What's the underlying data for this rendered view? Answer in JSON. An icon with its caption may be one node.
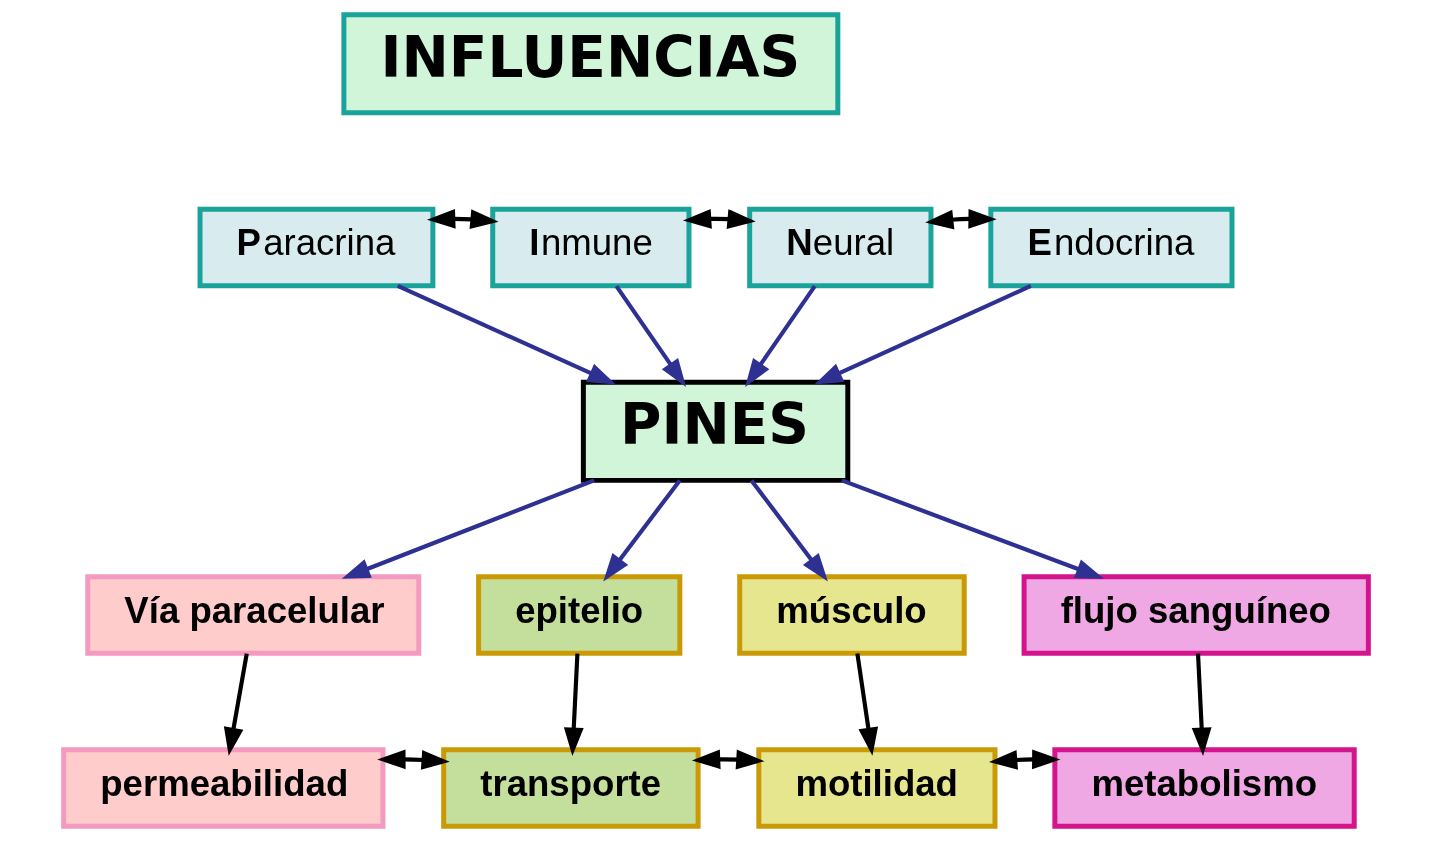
{
  "diagram": {
    "nodes": [
      {
        "text": [
          "INFLUENCIAS"
        ]
      },
      {
        "text": [
          "**P**aracrina"
        ]
      },
      {
        "text": [
          "**I**nmune"
        ]
      },
      {
        "text": [
          "**N**eural"
        ]
      },
      {
        "text": [
          "**E**ndocrina"
        ]
      },
      {
        "text": [
          "PINES"
        ]
      },
      {
        "text": [
          "Vía paracelular"
        ]
      },
      {
        "text": [
          "epitelio"
        ]
      },
      {
        "text": [
          "músculo"
        ]
      },
      {
        "text": [
          "flujo sanguíneo"
        ]
      },
      {
        "text": [
          "permeabilidad"
        ]
      },
      {
        "text": [
          "transporte"
        ]
      },
      {
        "text": [
          "motilidad"
        ]
      },
      {
        "text": [
          "metabolismo"
        ]
      }
    ],
    "edges": [
      {
        "from": 1,
        "to": 2,
        "arrow": "both"
      },
      {
        "from": 2,
        "to": 3,
        "arrow": "both"
      },
      {
        "from": 3,
        "to": 4,
        "arrow": "both"
      },
      {
        "from": 1,
        "to": 5,
        "arrow": "to",
        "color": "#2e3192"
      },
      {
        "from": 2,
        "to": 5,
        "arrow": "to",
        "color": "#2e3192"
      },
      {
        "from": 3,
        "to": 5,
        "arrow": "to",
        "color": "#2e3192"
      },
      {
        "from": 4,
        "to": 5,
        "arrow": "to",
        "color": "#2e3192"
      },
      {
        "from": 5,
        "to": 6,
        "arrow": "to",
        "color": "#2e3192"
      },
      {
        "from": 5,
        "to": 7,
        "arrow": "to",
        "color": "#2e3192"
      },
      {
        "from": 5,
        "to": 8,
        "arrow": "to",
        "color": "#2e3192"
      },
      {
        "from": 5,
        "to": 9,
        "arrow": "to",
        "color": "#2e3192"
      },
      {
        "from": 6,
        "to": 10,
        "arrow": "to"
      },
      {
        "from": 7,
        "to": 11,
        "arrow": "to"
      },
      {
        "from": 8,
        "to": 12,
        "arrow": "to"
      },
      {
        "from": 9,
        "to": 13,
        "arrow": "to"
      },
      {
        "from": 10,
        "to": 11,
        "arrow": "both"
      },
      {
        "from": 11,
        "to": 12,
        "arrow": "both"
      },
      {
        "from": 12,
        "to": 13,
        "arrow": "both"
      }
    ]
  }
}
